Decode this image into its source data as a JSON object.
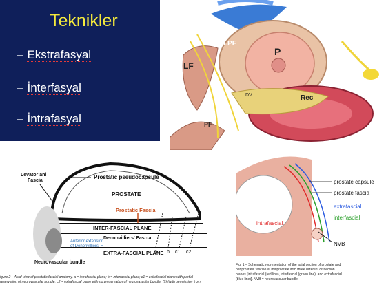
{
  "slide": {
    "title": "Teknikler",
    "bullets": [
      {
        "dash": "–",
        "text": "Ekstrafasyal"
      },
      {
        "dash": "–",
        "text": "İnterfasyal"
      },
      {
        "dash": "–",
        "text": "İntrafasyal"
      }
    ]
  },
  "figure_top": {
    "labels": {
      "lpf": "LPF",
      "p": "P",
      "lf": "LF",
      "dv": "DV",
      "rec": "Rec",
      "pf": "PF"
    }
  },
  "figure_axial": {
    "levator": "Levator ani",
    "fascia": "Fascia",
    "pseudocapsule": "Prostatic pseudocapsule",
    "prostate": "PROSTATE",
    "prostatic_fascia": "Prostatic Fascia",
    "inter_fascial": "INTER-FASCIAL PLANE",
    "anterior_ext_1": "Anterior extension",
    "anterior_ext_2": "of Denonvilliers' F.",
    "denonvilliers": "Denonvilliers' Fascia",
    "extra_fascial": "EXTRA-FASCIAL PLANE",
    "nvb": "Neurovascular bundle",
    "letters": [
      "a",
      "b",
      "c1",
      "c2"
    ],
    "caption_1": "igure 2 – Axial view of prostatic fascial anatomy. a = intrafascial plane; b = interfascial plane; c1 = extrafascial plane with partial",
    "caption_2": "reservation of neurovascular bundle; c2 = extrafascial plane with no preservation of neurovascular bundle. (9) (with permission from"
  },
  "figure_schematic": {
    "prostate_capsule": "prostate capsule",
    "prostate_fascia": "prostate fascia",
    "extrafascial": "extrafascial",
    "interfascial": "interfascial",
    "intrafascial": "intrafascial",
    "nvb": "NVB",
    "caption_1": "Fig. 1 – Schematic representation of the axial section of prostate and",
    "caption_2": "periprostatic fasciae at midprostate with three different dissection",
    "caption_3": "planes [intrafascial (red line), interfascial (green line), and extrafascial",
    "caption_4": "(blue line)]. NVB = neurovascular bundle.",
    "colors": {
      "intrafascial": "#e02a2a",
      "interfascial": "#2aa02a",
      "extrafascial": "#2a5ae0"
    }
  }
}
